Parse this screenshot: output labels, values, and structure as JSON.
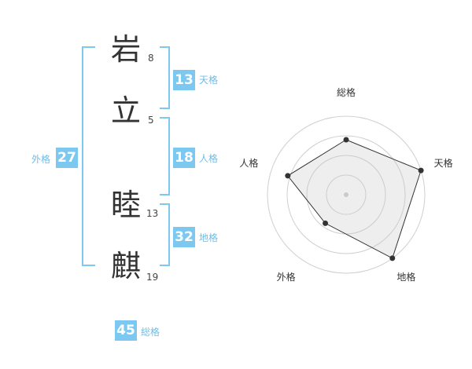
{
  "name": [
    {
      "char": "岩",
      "strokes": "8"
    },
    {
      "char": "立",
      "strokes": "5"
    },
    {
      "char": "睦",
      "strokes": "13"
    },
    {
      "char": "麒",
      "strokes": "19"
    }
  ],
  "fortunes": {
    "tenkaku": {
      "label": "天格",
      "value": "13"
    },
    "jinkaku": {
      "label": "人格",
      "value": "18"
    },
    "chikaku": {
      "label": "地格",
      "value": "32"
    },
    "gaikaku": {
      "label": "外格",
      "value": "27"
    },
    "soukaku": {
      "label": "総格",
      "value": "45"
    }
  },
  "colors": {
    "accent": "#7cc8f0",
    "text": "#333333"
  },
  "chart_data": {
    "type": "radar",
    "axes": [
      "総格",
      "天格",
      "地格",
      "外格",
      "人格"
    ],
    "values": [
      0.7,
      1.0,
      1.0,
      0.45,
      0.78
    ],
    "rings": 4,
    "grid": true
  }
}
